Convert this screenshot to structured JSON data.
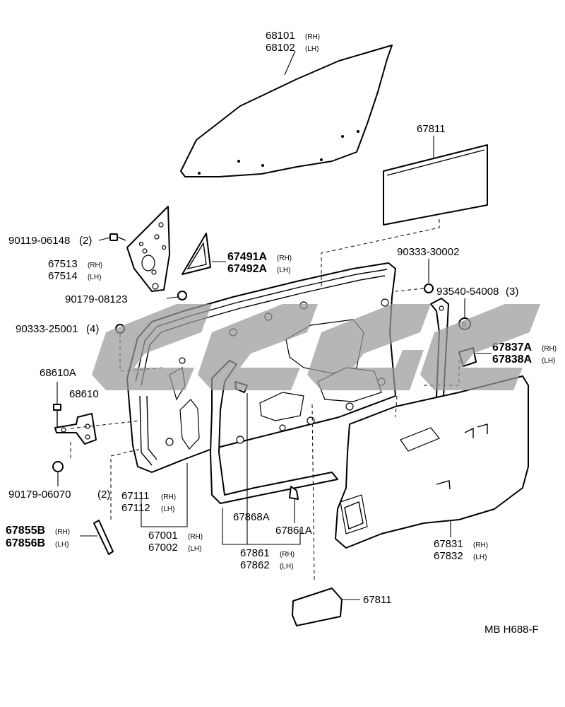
{
  "parts": {
    "glass": {
      "num_rh": "68101",
      "side_rh": "(RH)",
      "num_lh": "68102",
      "side_lh": "(LH)"
    },
    "sheet_top": {
      "num": "67811"
    },
    "bolt_90119": {
      "num": "90119-06148",
      "qty": "(2)"
    },
    "hinge_bracket": {
      "num_rh": "67513",
      "side_rh": "(RH)",
      "num_lh": "67514",
      "side_lh": "(LH)"
    },
    "corner_cover": {
      "num_rh": "67491A",
      "side_rh": "(RH)",
      "num_lh": "67492A",
      "side_lh": "(LH)"
    },
    "nut_90179_08123": {
      "num": "90179-08123"
    },
    "plug_90333_30002": {
      "num": "90333-30002"
    },
    "clip_93540": {
      "num": "93540-54008",
      "qty": "(3)"
    },
    "plug_90333_25001": {
      "num": "90333-25001",
      "qty": "(4)"
    },
    "check_bolt": {
      "num": "68610A"
    },
    "door_check": {
      "num": "68610"
    },
    "handle_cover": {
      "num_rh": "67837A",
      "side_rh": "(RH)",
      "num_lh": "67838A",
      "side_lh": "(LH)"
    },
    "nut_90179_06070": {
      "num": "90179-06070",
      "qty": "(2)"
    },
    "door_panel": {
      "num_rh": "67111",
      "side_rh": "(RH)",
      "num_lh": "67112",
      "side_lh": "(LH)"
    },
    "door_assy": {
      "num_rh": "67001",
      "side_rh": "(RH)",
      "num_lh": "67002",
      "side_lh": "(LH)"
    },
    "clip_67868A": {
      "num": "67868A"
    },
    "clip_67861A": {
      "num": "67861A"
    },
    "moulding": {
      "num_rh": "67855B",
      "side_rh": "(RH)",
      "num_lh": "67856B",
      "side_lh": "(LH)"
    },
    "weatherstrip": {
      "num_rh": "67861",
      "side_rh": "(RH)",
      "num_lh": "67862",
      "side_lh": "(LH)"
    },
    "trim_board": {
      "num_rh": "67831",
      "side_rh": "(RH)",
      "num_lh": "67832",
      "side_lh": "(LH)"
    },
    "sheet_bottom": {
      "num": "67811"
    }
  },
  "footer": {
    "code": "MB  H688-F"
  },
  "watermark": {
    "text": "CCGC"
  },
  "colors": {
    "line": "#000000",
    "watermark": "#9a9a9a",
    "background": "#ffffff"
  }
}
